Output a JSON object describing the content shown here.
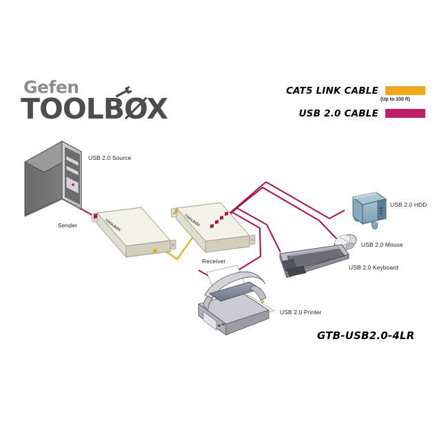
{
  "logo": {
    "brand": "Gefen",
    "product_line": "TOOLBØX",
    "brand_color": "#8d8d8d",
    "line_color": "#4d4d4d"
  },
  "legend": {
    "rows": [
      {
        "label": "CAT5 LINK CABLE",
        "color": "#F2A81D",
        "note": "(Up to 330 ft)"
      },
      {
        "label": "USB 2.0 CABLE",
        "color": "#BE2168",
        "note": ""
      }
    ]
  },
  "product_code": "GTB-USB2.0-4LR",
  "devices": [
    {
      "id": "source",
      "label": "USB 2.0 Source"
    },
    {
      "id": "sender",
      "label": "Sender"
    },
    {
      "id": "receiver",
      "label": "Receiver"
    },
    {
      "id": "hdd",
      "label": "USB 2.0 HDD"
    },
    {
      "id": "mouse",
      "label": "USB 2.0 Mouse"
    },
    {
      "id": "keyboard",
      "label": "USB 2.0 Keyboard"
    },
    {
      "id": "printer",
      "label": "USB 2.0 Printer"
    }
  ],
  "unit_badge": "TOOLBØX",
  "colors": {
    "cat5_cable": "#F2A81D",
    "usb_cable": "#A51A55",
    "unit_body": "#EDEBDD",
    "unit_top": "#F4F2E6",
    "unit_side": "#D8D5C4",
    "tower_body": "#6E6E6E",
    "tower_face": "#C9C9CE",
    "hdd_body": "#6E93A8",
    "hdd_face": "#9DBAC9",
    "kbd_body": "#6D6D6D",
    "printer_body": "#C3C3C8",
    "background": "#FFFFFF"
  },
  "diagram": {
    "type": "connection-diagram",
    "title": "GTB-USB2.0-4LR USB 2.0 extender connection diagram",
    "links": [
      {
        "from": "source",
        "to": "sender",
        "cable": "USB 2.0 CABLE"
      },
      {
        "from": "sender",
        "to": "receiver",
        "cable": "CAT5 LINK CABLE"
      },
      {
        "from": "receiver",
        "to": "hdd",
        "cable": "USB 2.0 CABLE"
      },
      {
        "from": "receiver",
        "to": "mouse",
        "cable": "USB 2.0 CABLE"
      },
      {
        "from": "receiver",
        "to": "keyboard",
        "cable": "USB 2.0 CABLE"
      },
      {
        "from": "receiver",
        "to": "printer",
        "cable": "USB 2.0 CABLE"
      }
    ]
  }
}
